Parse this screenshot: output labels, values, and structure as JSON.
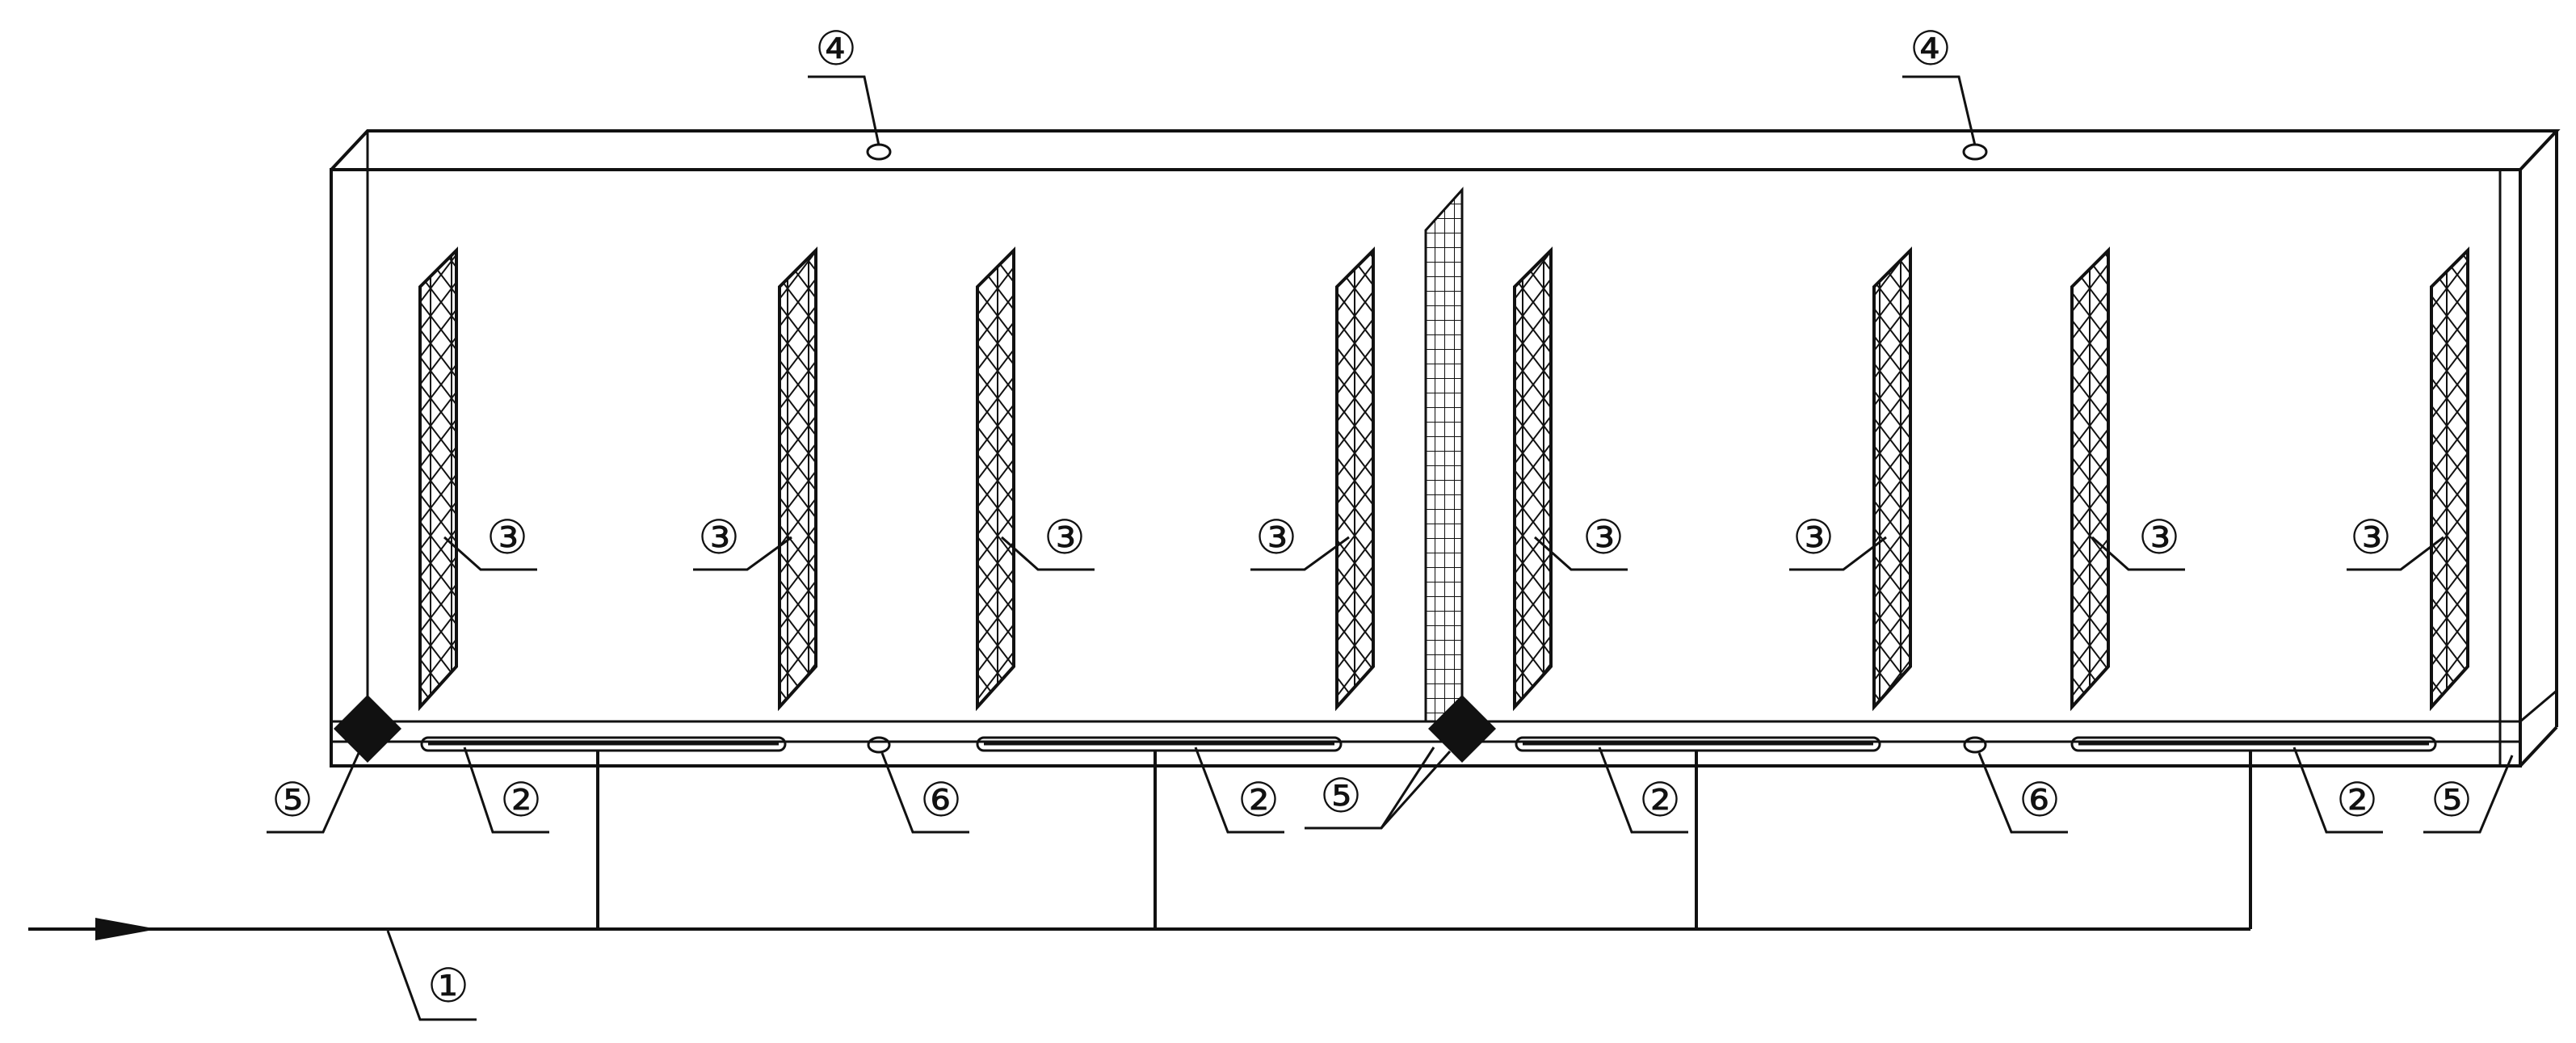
{
  "labels": {
    "inlet": "①",
    "aerator": "②",
    "packing": "③",
    "vent": "④",
    "corner_block": "⑤",
    "outlet": "⑥"
  },
  "colors": {
    "stroke": "#111111",
    "background": "#ffffff"
  }
}
